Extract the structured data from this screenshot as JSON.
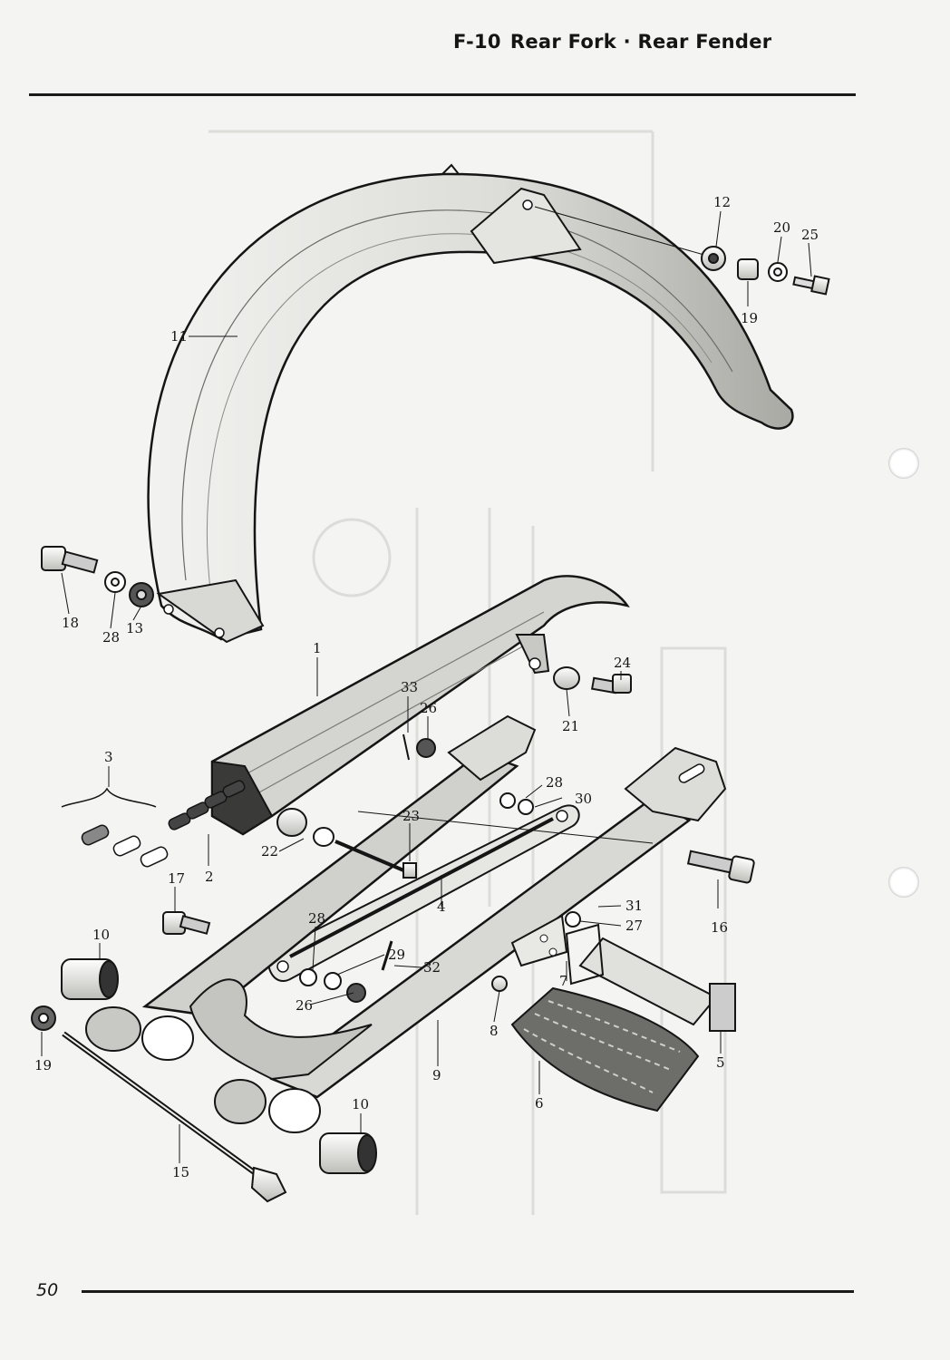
{
  "header": {
    "figure_id": "F-10",
    "title": "Rear Fork · Rear Fender"
  },
  "footer": {
    "page_number": "50"
  },
  "diagram": {
    "part_labels": [
      {
        "id": "12",
        "text": "12"
      },
      {
        "id": "20",
        "text": "20"
      },
      {
        "id": "25",
        "text": "25"
      },
      {
        "id": "19a",
        "text": "19"
      },
      {
        "id": "11",
        "text": "11"
      },
      {
        "id": "18",
        "text": "18"
      },
      {
        "id": "28a",
        "text": "28"
      },
      {
        "id": "13",
        "text": "13"
      },
      {
        "id": "1",
        "text": "1"
      },
      {
        "id": "24",
        "text": "24"
      },
      {
        "id": "33",
        "text": "33"
      },
      {
        "id": "26a",
        "text": "26"
      },
      {
        "id": "21",
        "text": "21"
      },
      {
        "id": "3",
        "text": "3"
      },
      {
        "id": "28b",
        "text": "28"
      },
      {
        "id": "30",
        "text": "30"
      },
      {
        "id": "23",
        "text": "23"
      },
      {
        "id": "22",
        "text": "22"
      },
      {
        "id": "2",
        "text": "2"
      },
      {
        "id": "17",
        "text": "17"
      },
      {
        "id": "16",
        "text": "16"
      },
      {
        "id": "31",
        "text": "31"
      },
      {
        "id": "27",
        "text": "27"
      },
      {
        "id": "4",
        "text": "4"
      },
      {
        "id": "10a",
        "text": "10"
      },
      {
        "id": "28c",
        "text": "28"
      },
      {
        "id": "29",
        "text": "29"
      },
      {
        "id": "32",
        "text": "32"
      },
      {
        "id": "7",
        "text": "7"
      },
      {
        "id": "26b",
        "text": "26"
      },
      {
        "id": "8",
        "text": "8"
      },
      {
        "id": "19b",
        "text": "19"
      },
      {
        "id": "9",
        "text": "9"
      },
      {
        "id": "5",
        "text": "5"
      },
      {
        "id": "6",
        "text": "6"
      },
      {
        "id": "10b",
        "text": "10"
      },
      {
        "id": "15",
        "text": "15"
      }
    ]
  }
}
